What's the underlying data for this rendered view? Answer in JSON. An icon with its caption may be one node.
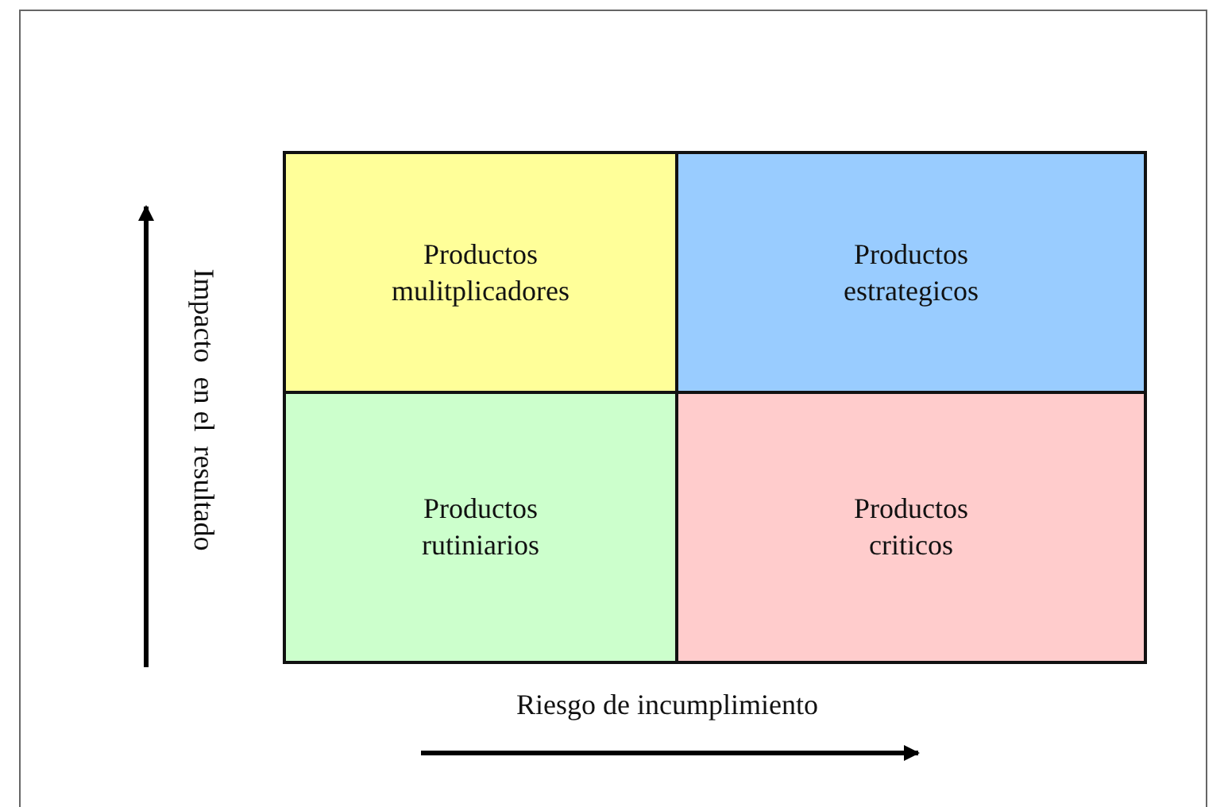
{
  "diagram": {
    "nodes": [
      {
        "text": [
          "Productos mulitplicadores"
        ]
      },
      {
        "text": [
          "Productos estrategicos"
        ]
      },
      {
        "text": [
          "Productos rutiniarios"
        ]
      },
      {
        "text": [
          "Productos criticos"
        ]
      }
    ],
    "labels": [
      "Impacto  en el  resultado",
      "Riesgo de incumplimiento"
    ]
  }
}
